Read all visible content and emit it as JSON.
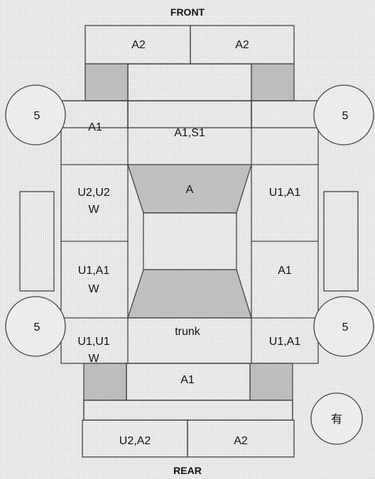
{
  "labels": {
    "front": "FRONT",
    "rear": "REAR",
    "front_bumper_left": "A2",
    "front_bumper_right": "A2",
    "front_left_fender": "A1",
    "hood": "A1,S1",
    "windshield": "A",
    "front_left_door_l1": "U2,U2",
    "front_left_door_l2": "W",
    "front_right_door": "U1,A1",
    "rear_left_door_l1": "U1,A1",
    "rear_left_door_l2": "W",
    "rear_right_door": "A1",
    "trunk": "trunk",
    "rear_left_quarter_l1": "U1,U1",
    "rear_left_quarter_l2": "W",
    "rear_right_quarter": "U1,A1",
    "rear_panel": "A1",
    "rear_bumper_left": "U2,A2",
    "rear_bumper_right": "A2",
    "tire_front_left": "5",
    "tire_front_right": "5",
    "tire_rear_left": "5",
    "tire_rear_right": "5",
    "spare_marker": "有"
  }
}
